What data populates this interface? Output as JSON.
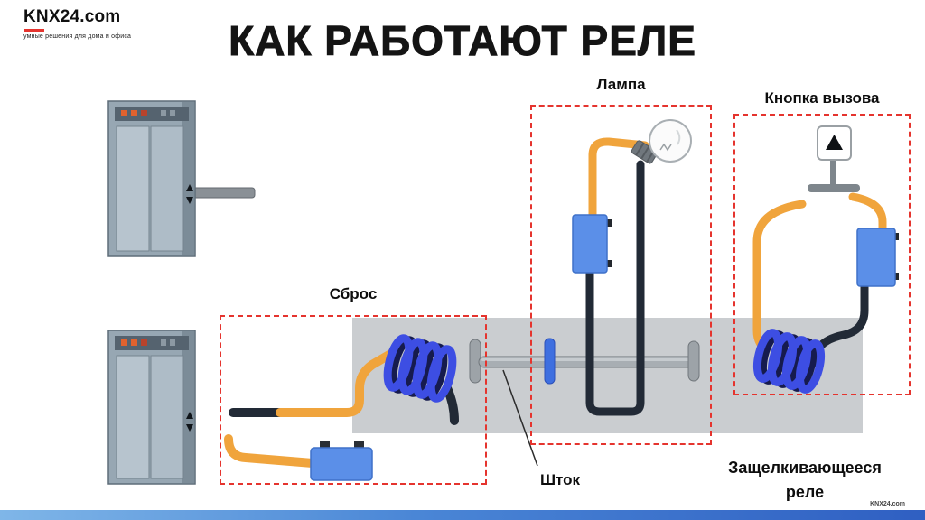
{
  "title": "КАК РАБОТАЮТ РЕЛЕ",
  "brand": {
    "name": "KNX24.com",
    "tagline": "умные решения для дома и офиса"
  },
  "footer": {
    "brand": "KNX24.com"
  },
  "labels": {
    "lamp": "Лампа",
    "call_button": "Кнопка вызова",
    "reset": "Сброс",
    "rod": "Шток",
    "latching_relay_line1": "Защелкивающееся",
    "latching_relay_line2": "реле"
  },
  "colors": {
    "dashed_red": "#E5342E",
    "wire_orange": "#F0A43C",
    "wire_dark": "#222A36",
    "coil_blue": "#3D4EE3",
    "relay_box_blue": "#5B8FE8",
    "band_gray": "#CACDD0",
    "footer_bar_blue": "#2F5FC2"
  }
}
